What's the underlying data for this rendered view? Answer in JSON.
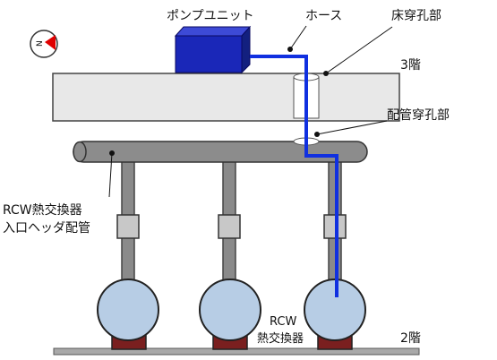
{
  "labels": {
    "pump_unit": "ポンプユニット",
    "hose": "ホース",
    "floor_penetration": "床穿孔部",
    "floor_3": "3階",
    "pipe_penetration": "配管穿孔部",
    "rcw_inlet_header_line1": "RCW熱交換器",
    "rcw_inlet_header_line2": "入口ヘッダ配管",
    "rcw_hx_line1": "RCW",
    "rcw_hx_line2": "熱交換器",
    "floor_2": "2階"
  },
  "compass": {
    "letter": "N",
    "arrow_color": "#e00000"
  },
  "colors": {
    "pump": "#1a27b8",
    "pump_top": "#3d4ad6",
    "hose": "#1030e0",
    "slab": "#e8e8e8",
    "header_pipe": "#8c8c8c",
    "vertical_pipe": "#8a8a8a",
    "flange": "#c8c8c8",
    "hx_body": "#b7cde5",
    "hx_base": "#7a1f1f",
    "floor_base": "#a9a9a9"
  },
  "heat_exchangers": [
    {
      "id": "hx-left"
    },
    {
      "id": "hx-middle"
    },
    {
      "id": "hx-right"
    }
  ]
}
